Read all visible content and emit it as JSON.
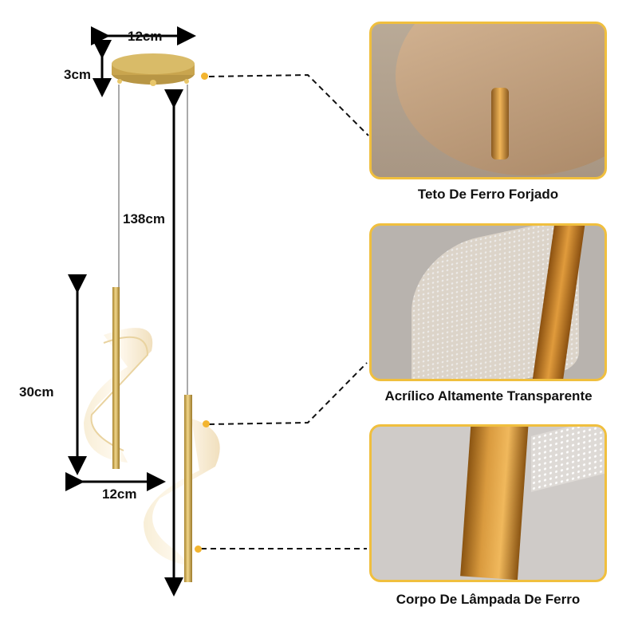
{
  "colors": {
    "accent": "#f0bf3e",
    "gold": "#c9a24a",
    "arrow": "#000000",
    "panel_bg": "#c9c6c4"
  },
  "dimensions": {
    "canopy_width": "12cm",
    "canopy_height": "3cm",
    "cable_length": "138cm",
    "shade_height": "30cm",
    "shade_width": "12cm"
  },
  "callouts": [
    {
      "caption": "Teto De Ferro Forjado",
      "icon": "canopy-closeup"
    },
    {
      "caption": "Acrílico Altamente Transparente",
      "icon": "acrylic-closeup"
    },
    {
      "caption": "Corpo De Lâmpada De Ferro",
      "icon": "lamp-body-closeup"
    }
  ]
}
